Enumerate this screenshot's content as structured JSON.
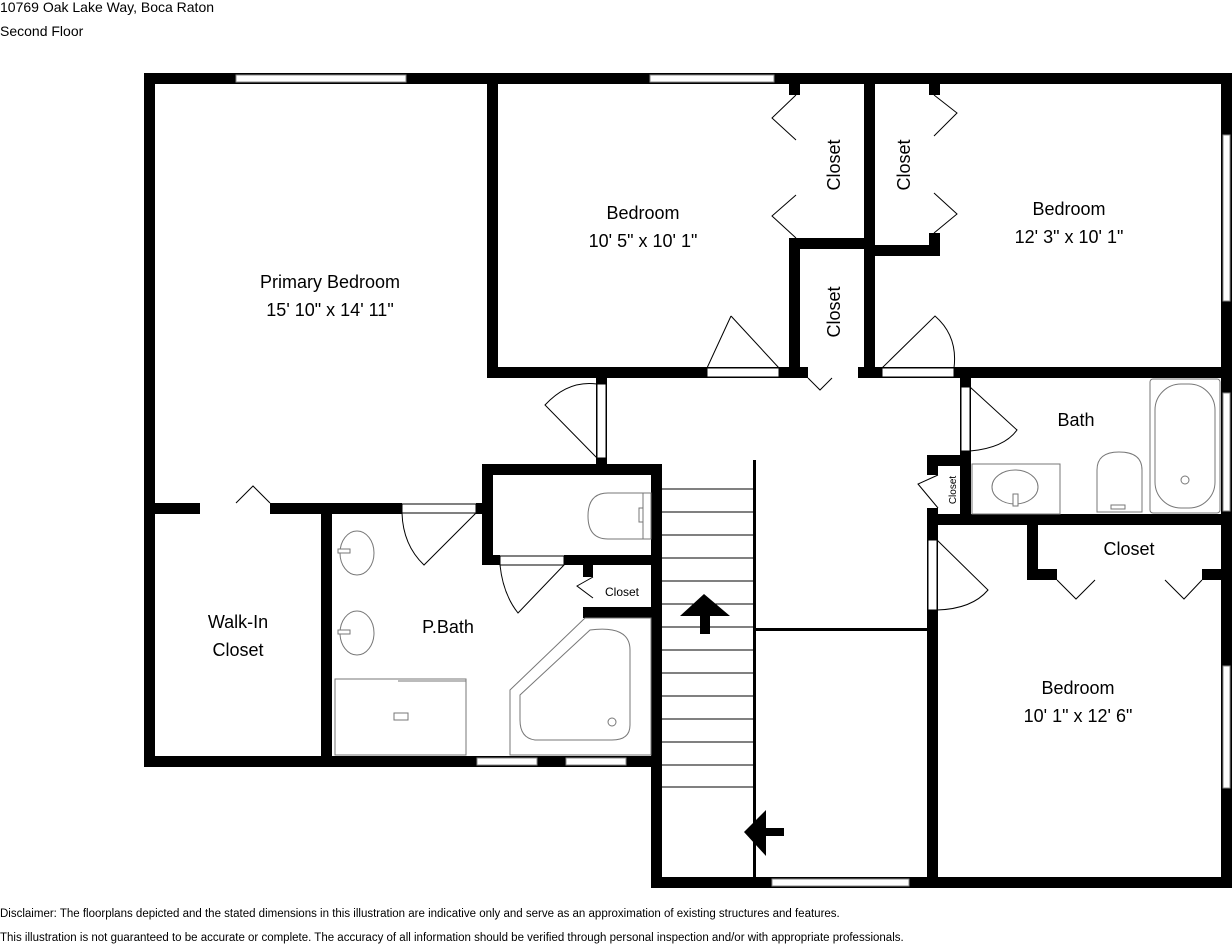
{
  "header": {
    "address": "10769 Oak Lake Way, Boca Raton",
    "floor": "Second Floor"
  },
  "rooms": {
    "primary_bedroom": {
      "name": "Primary Bedroom",
      "dims": "15' 10\" x 14' 11\""
    },
    "bedroom_top_middle": {
      "name": "Bedroom",
      "dims": "10' 5\" x 10' 1\""
    },
    "bedroom_top_right": {
      "name": "Bedroom",
      "dims": "12' 3\" x 10' 1\""
    },
    "bedroom_bottom_right": {
      "name": "Bedroom",
      "dims": "10' 1\" x 12' 6\""
    },
    "bath": {
      "name": "Bath"
    },
    "primary_bath": {
      "name": "P.Bath"
    },
    "walk_in_closet": {
      "line1": "Walk-In",
      "line2": "Closet"
    },
    "closet_a": {
      "name": "Closet"
    },
    "closet_b": {
      "name": "Closet"
    },
    "closet_hall": {
      "name": "Closet"
    },
    "closet_bath": {
      "name": "Closet"
    },
    "closet_pbath": {
      "name": "Closet"
    },
    "closet_bottom_right": {
      "name": "Closet"
    }
  },
  "disclaimer": {
    "line1": "Disclaimer: The floorplans depicted and the stated dimensions in this illustration are indicative only and serve as an approximation of existing structures and features.",
    "line2": "This illustration is not guaranteed to be accurate or complete. The accuracy of all information should be verified through personal inspection and/or with appropriate professionals."
  },
  "colors": {
    "wall": "#000000",
    "background": "#ffffff",
    "fixture": "#777777"
  }
}
